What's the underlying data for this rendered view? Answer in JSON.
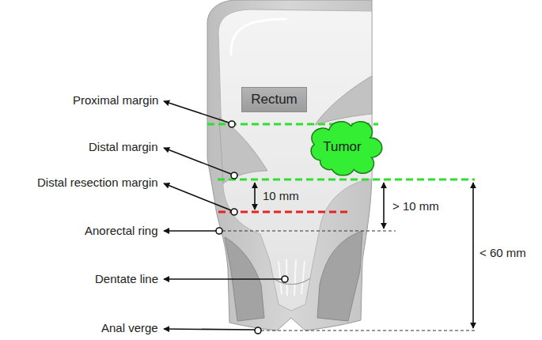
{
  "diagram": {
    "nodes": [
      {
        "text": [
          "Rectum"
        ]
      },
      {
        "text": [
          "Tumor"
        ]
      }
    ],
    "labels": [
      "Proximal margin",
      "Distal margin",
      "Distal resection margin",
      "10 mm",
      "> 10 mm",
      "Anorectal ring",
      "< 60 mm",
      "Dentate line",
      "Anal verge"
    ]
  }
}
